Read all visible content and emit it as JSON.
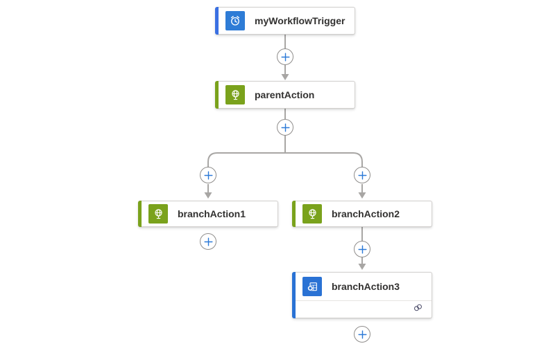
{
  "designer": {
    "background_color": "#ffffff",
    "connector_color": "#a8a6a4",
    "plus_button": {
      "icon": "plus-icon",
      "symbol": "+",
      "plus_color": "#2b79d7",
      "circle_border_color": "#8f8d8b"
    },
    "text_color": "#323130"
  },
  "nodes": {
    "trigger": {
      "label": "myWorkflowTrigger",
      "icon": "timer-icon",
      "accent_color": "#3a70e2",
      "icon_bg": "#2e7cd6"
    },
    "parent": {
      "label": "parentAction",
      "icon": "globe-icon",
      "accent_color": "#7aa21c",
      "icon_bg": "#7aa21c"
    },
    "branch1": {
      "label": "branchAction1",
      "icon": "globe-icon",
      "accent_color": "#7aa21c",
      "icon_bg": "#7aa21c"
    },
    "branch2": {
      "label": "branchAction2",
      "icon": "globe-icon",
      "accent_color": "#7aa21c",
      "icon_bg": "#7aa21c"
    },
    "branch3": {
      "label": "branchAction3",
      "icon": "outlook-icon",
      "accent_color": "#2a72d4",
      "icon_bg": "#2a72d4",
      "badge_icon": "connection-icon"
    }
  }
}
